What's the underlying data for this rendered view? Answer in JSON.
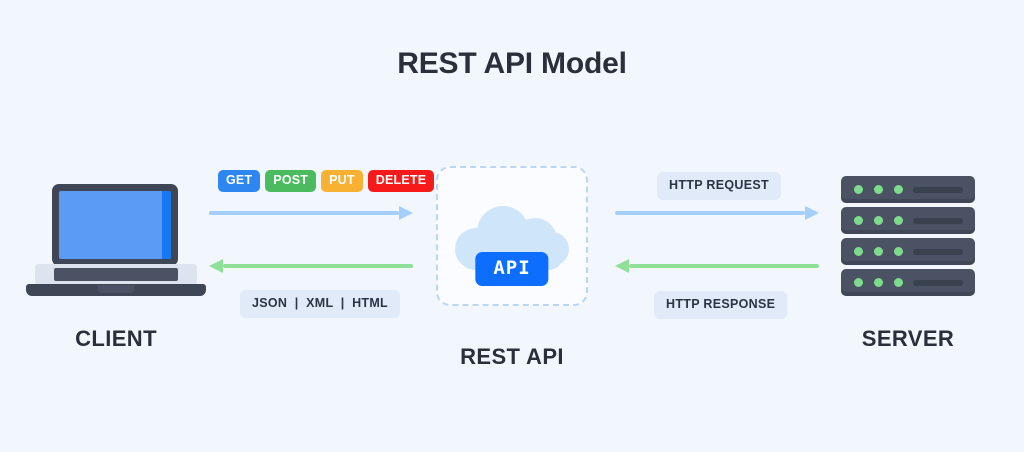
{
  "title": "REST API Model",
  "nodes": {
    "client": {
      "label": "CLIENT",
      "icon": "laptop-icon"
    },
    "restapi": {
      "label": "REST API",
      "icon": "cloud-icon",
      "chip_label": "API"
    },
    "server": {
      "label": "SERVER",
      "icon": "server-stack-icon",
      "unit_count": 4,
      "leds_per_unit": 3
    }
  },
  "methods": [
    {
      "label": "GET",
      "color": "#2e86f0"
    },
    {
      "label": "POST",
      "color": "#4cbb5f"
    },
    {
      "label": "PUT",
      "color": "#f8b133"
    },
    {
      "label": "DELETE",
      "color": "#f61a1a"
    }
  ],
  "labels": {
    "formats": "JSON  |  XML  |  HTML",
    "http_request": "HTTP REQUEST",
    "http_response": "HTTP RESPONSE"
  },
  "arrows": {
    "request_color": "#a3cffa",
    "response_color": "#90e09a",
    "client_request_direction": "right",
    "client_response_direction": "left",
    "server_request_direction": "right",
    "server_response_direction": "left"
  },
  "theme": {
    "background": "#f2f6fd",
    "text": "#2b2f3c",
    "pill_background": "#e0eaf8",
    "api_chip_background": "#0d6efd",
    "cloud": "#cfe5fa",
    "device_dark": "#4a5263",
    "led_green": "#7edb8e"
  }
}
